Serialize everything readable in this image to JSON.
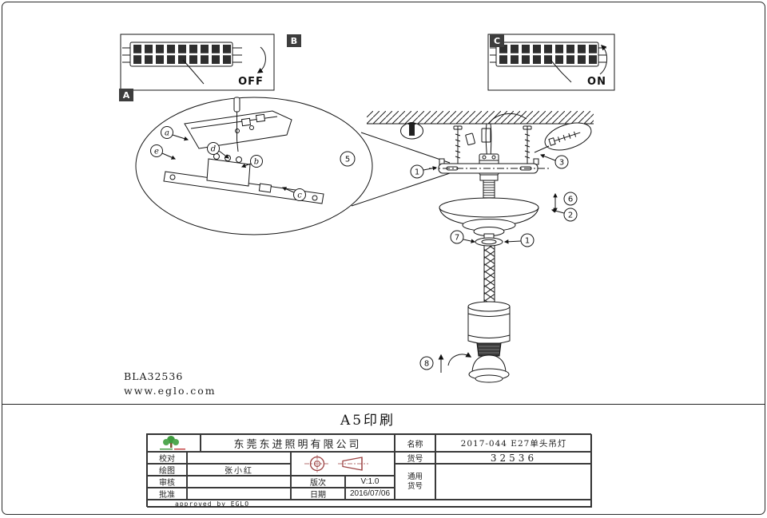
{
  "diagram": {
    "sections": {
      "a": "A",
      "b": "B",
      "c": "C"
    },
    "off_label": "OFF",
    "on_label": "ON",
    "detail_callout": "5",
    "callouts": {
      "bracket_screw": "1",
      "screw_detail": "3",
      "canopy_gap": "6",
      "canopy": "2",
      "ring_left": "7",
      "ring_right": "1",
      "bulb": "8"
    },
    "letters": [
      "a",
      "e",
      "d",
      "b",
      "c"
    ]
  },
  "footer": {
    "code": "BLA32536",
    "website": "www.eglo.com",
    "print_label": "A5印刷"
  },
  "title_block": {
    "company": "东莞东进照明有限公司",
    "name_label": "名称",
    "name_value": "2017-044 E27单头吊灯",
    "item_label": "货号",
    "item_value": "32536",
    "check_label": "校对",
    "check_value": "",
    "draw_label": "绘图",
    "draw_value": "张小红",
    "audit_label": "审核",
    "audit_value": "",
    "approve_label": "批准",
    "approve_value": "",
    "version_label": "版次",
    "version_value": "V:1.0",
    "date_label": "日期",
    "date_value": "2016/07/06",
    "general_label": "通用货号",
    "general_value": "",
    "approved_by": "approved by EGLO"
  }
}
